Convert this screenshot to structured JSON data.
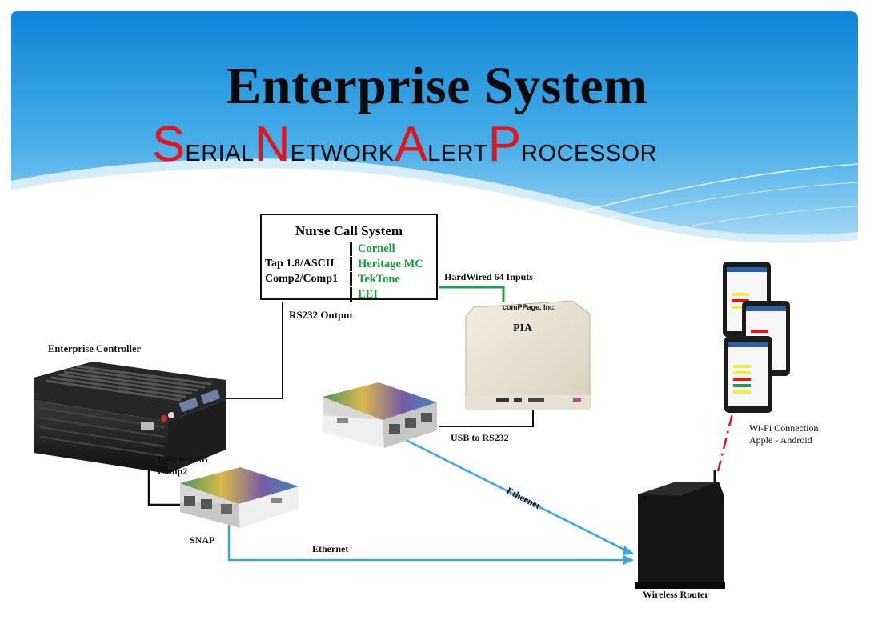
{
  "header": {
    "title": "Enterprise System",
    "subtitle": [
      {
        "cap": "S",
        "rest": "ERIAL"
      },
      {
        "cap": "N",
        "rest": "ETWORK"
      },
      {
        "cap": "A",
        "rest": "LERT"
      },
      {
        "cap": "P",
        "rest": "ROCESSOR"
      }
    ]
  },
  "colors": {
    "accent_red": "#e3141c",
    "vendor_green": "#1a9b3c",
    "link_blue": "#34a8e0",
    "sky_blue": "#1a8fdc"
  },
  "nurse_call": {
    "title": "Nurse Call System",
    "protocols": [
      "Tap 1.8/ASCII",
      "Comp2/Comp1"
    ],
    "vendors": [
      "Cornell",
      "Heritage MC",
      "TekTone",
      "EEI"
    ]
  },
  "labels": {
    "enterprise_controller": "Enterprise Controller",
    "rs232_output": "RS232 Output",
    "hardwired": "HardWired 64 Inputs",
    "pia_brand": "comPPage, Inc.",
    "pia": "PIA",
    "usb_rs232": "USB to RS232",
    "usb_usb_line1": "USB to USB",
    "usb_usb_line2": "Comp2",
    "snap": "SNAP",
    "ethernet_diag": "Ethernet",
    "ethernet_bottom": "Ethernet",
    "wifi_line1": "Wi-Fi Connection",
    "wifi_line2": "Apple - Android",
    "router": "Wireless Router"
  },
  "icons": [
    "enterprise-controller-icon",
    "snap-device-icon",
    "pia-device-icon",
    "wireless-router-icon",
    "smartphone-icon"
  ]
}
